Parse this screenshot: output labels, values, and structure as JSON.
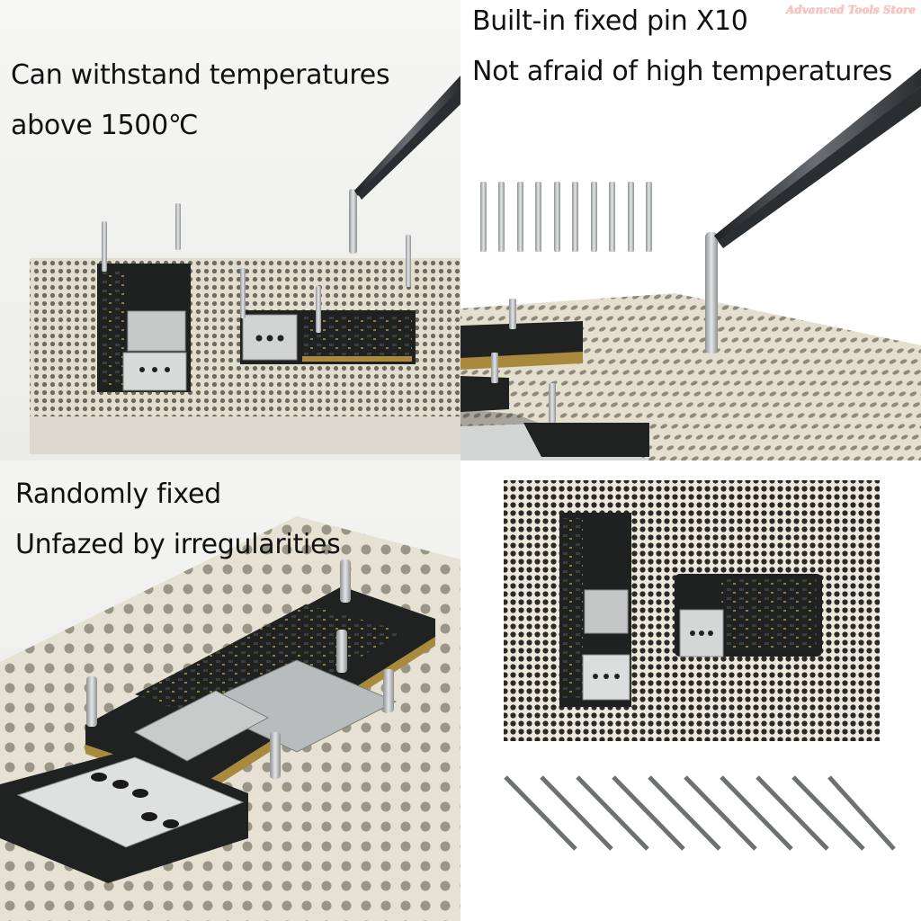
{
  "watermark": "Advanced Tools Store",
  "panels": {
    "top_left": {
      "line1": "Can withstand temperatures",
      "line2": "above 1500℃"
    },
    "top_right": {
      "line1": "Built-in fixed pin X10",
      "line2": "Not afraid of high temperatures"
    },
    "bottom_left": {
      "line1": "Randomly fixed",
      "line2": "Unfazed by irregularities"
    }
  },
  "colors": {
    "board_cream": "#e4dfcf",
    "pcb_dark": "#1d1f1c",
    "gold": "#a8893d",
    "steel": "#b9bcbd",
    "tweezer": "#3a3d40"
  }
}
